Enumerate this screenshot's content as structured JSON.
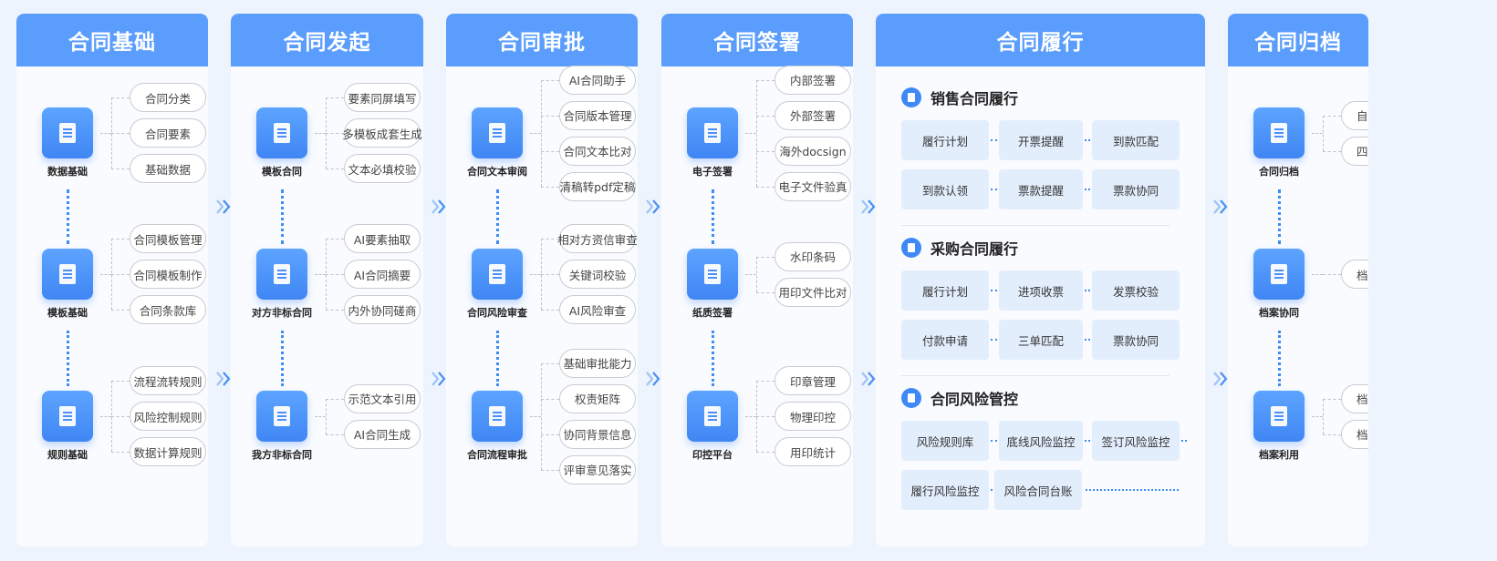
{
  "columns": {
    "c1": {
      "title": "合同基础",
      "g1": {
        "label": "数据基础",
        "items": [
          "合同分类",
          "合同要素",
          "基础数据"
        ]
      },
      "g2": {
        "label": "模板基础",
        "items": [
          "合同模板管理",
          "合同模板制作",
          "合同条款库"
        ]
      },
      "g3": {
        "label": "规则基础",
        "items": [
          "流程流转规则",
          "风险控制规则",
          "数据计算规则"
        ]
      }
    },
    "c2": {
      "title": "合同发起",
      "g1": {
        "label": "模板合同",
        "items": [
          "要素同屏填写",
          "多模板成套生成",
          "文本必填校验"
        ]
      },
      "g2": {
        "label": "对方非标合同",
        "items": [
          "AI要素抽取",
          "AI合同摘要",
          "内外协同磋商"
        ]
      },
      "g3": {
        "label": "我方非标合同",
        "items": [
          "示范文本引用",
          "AI合同生成"
        ]
      }
    },
    "c3": {
      "title": "合同审批",
      "g1": {
        "label": "合同文本审阅",
        "items": [
          "AI合同助手",
          "合同版本管理",
          "合同文本比对",
          "清稿转pdf定稿"
        ]
      },
      "g2": {
        "label": "合同风险审查",
        "items": [
          "相对方资信审查",
          "关键词校验",
          "AI风险审查"
        ]
      },
      "g3": {
        "label": "合同流程审批",
        "items": [
          "基础审批能力",
          "权责矩阵",
          "协同背景信息",
          "评审意见落实"
        ]
      }
    },
    "c4": {
      "title": "合同签署",
      "g1": {
        "label": "电子签署",
        "items": [
          "内部签署",
          "外部签署",
          "海外docsign",
          "电子文件验真"
        ]
      },
      "g2": {
        "label": "纸质签署",
        "items": [
          "水印条码",
          "用印文件比对"
        ]
      },
      "g3": {
        "label": "印控平台",
        "items": [
          "印章管理",
          "物理印控",
          "用印统计"
        ]
      }
    },
    "c5": {
      "title": "合同履行",
      "s1": {
        "title": "销售合同履行",
        "row1": [
          "履行计划",
          "开票提醒",
          "到款匹配"
        ],
        "row2": [
          "到款认领",
          "票款提醒",
          "票款协同"
        ]
      },
      "s2": {
        "title": "采购合同履行",
        "row1": [
          "履行计划",
          "进项收票",
          "发票校验"
        ],
        "row2": [
          "付款申请",
          "三单匹配",
          "票款协同"
        ]
      },
      "s3": {
        "title": "合同风险管控",
        "row1": [
          "风险规则库",
          "底线风险监控",
          "签订风险监控"
        ],
        "row2": [
          "履行风险监控",
          "风险合同台账"
        ]
      }
    },
    "c6": {
      "title": "合同归档",
      "g1": {
        "label": "合同归档",
        "items": [
          "自动归档",
          "四性检测"
        ]
      },
      "g2": {
        "label": "档案协同",
        "items": [
          "档案协同"
        ]
      },
      "g3": {
        "label": "档案利用",
        "items": [
          "档案检索",
          "档案借阅"
        ]
      }
    }
  },
  "colors": {
    "accent": "#5b9dfd",
    "tile": "#3f86f4",
    "box": "#e3eefd",
    "dots": "#3c8cf3"
  },
  "icons": {
    "node": "document-icon",
    "flow": "double-chevron-right-icon"
  }
}
